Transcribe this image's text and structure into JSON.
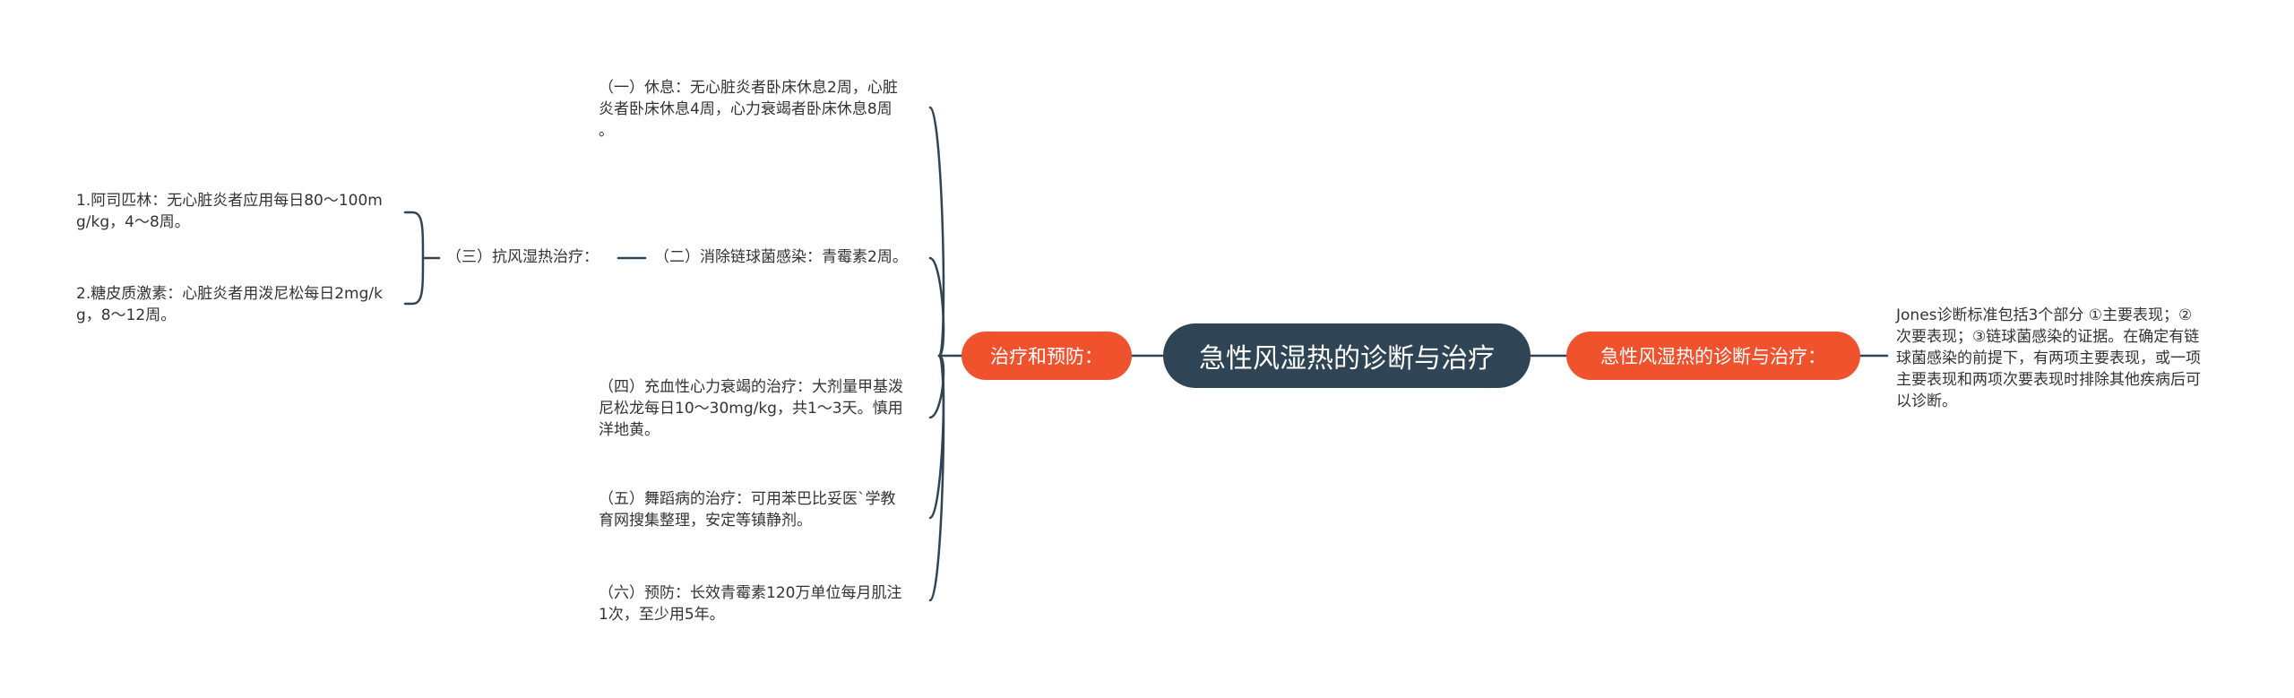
{
  "root": {
    "title": "急性风湿热的诊断与治疗"
  },
  "left_branch": {
    "label": "治疗和预防：",
    "children": {
      "t1": [
        "（一）休息：无心脏炎者卧床休息2周，心脏",
        "炎者卧床休息4周，心力衰竭者卧床休息8周",
        "。"
      ],
      "t2": "（二）消除链球菌感染：青霉素2周。",
      "t3": {
        "label": "（三）抗风湿热治疗：",
        "children": {
          "a": [
            "1.阿司匹林：无心脏炎者应用每日80～100m",
            "g/kg，4～8周。"
          ],
          "b": [
            "2.糖皮质激素：心脏炎者用泼尼松每日2mg/k",
            "g，8～12周。"
          ]
        }
      },
      "t4": [
        "（四）充血性心力衰竭的治疗：大剂量甲基泼",
        "尼松龙每日10～30mg/kg，共1～3天。慎用",
        "洋地黄。"
      ],
      "t5": [
        "（五）舞蹈病的治疗：可用苯巴比妥医`学教",
        "育网搜集整理，安定等镇静剂。"
      ],
      "t6": [
        "（六）预防：长效青霉素120万单位每月肌注",
        "1次，至少用5年。"
      ]
    }
  },
  "right_branch": {
    "label": "急性风湿热的诊断与治疗：",
    "children": {
      "r1": [
        "Jones诊断标准包括3个部分 ①主要表现；②",
        "次要表现；③链球菌感染的证据。在确定有链",
        "球菌感染的前提下，有两项主要表现，或一项",
        "主要表现和两项次要表现时排除其他疾病后可",
        "以诊断。"
      ]
    }
  },
  "colors": {
    "root_bg": "#2f4556",
    "branch_bg": "#f0522d",
    "line": "#2f4556",
    "text": "#333333"
  }
}
